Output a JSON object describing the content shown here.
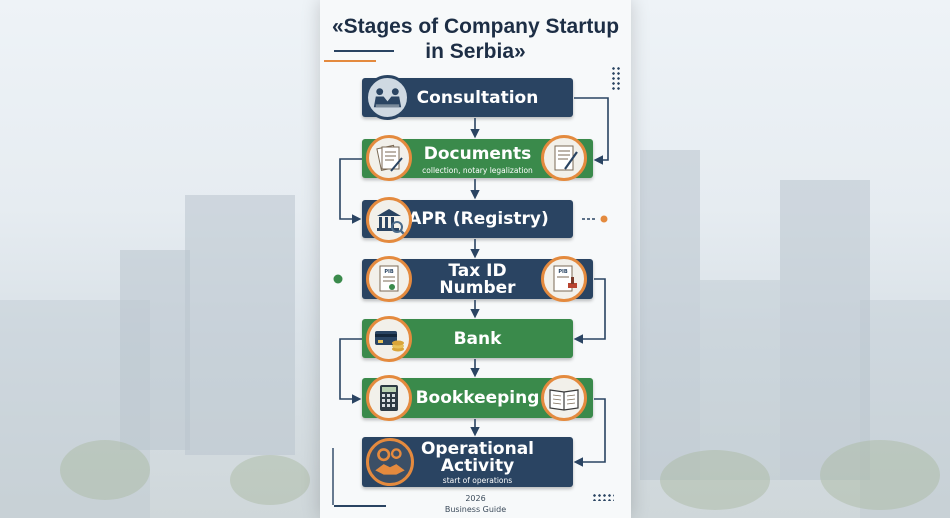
{
  "title": {
    "line1": "«Stages of Company Startup",
    "line2": "in Serbia»"
  },
  "stages": [
    {
      "label": "Consultation",
      "color": "#2a4462"
    },
    {
      "label": "Documents",
      "sub": "collection, notary legalization",
      "color": "#3a8a4b"
    },
    {
      "label": "APR (Registry)",
      "color": "#2a4462"
    },
    {
      "label_line1": "Tax ID",
      "label_line2": "Number",
      "color": "#2a4462"
    },
    {
      "label": "Bank",
      "color": "#3a8a4b"
    },
    {
      "label": "Bookkeeping",
      "color": "#3a8a4b"
    },
    {
      "label_line1": "Operational",
      "label_line2": "Activity",
      "sub": "start of operations",
      "color": "#2a4462"
    }
  ],
  "icon_text": {
    "pib": "PIB"
  },
  "footer": {
    "year": "2026",
    "caption": "Business Guide"
  },
  "colors": {
    "navy": "#2a4462",
    "green": "#3a8a4b",
    "accent": "#e48a3e",
    "connector": "#2a4462"
  }
}
